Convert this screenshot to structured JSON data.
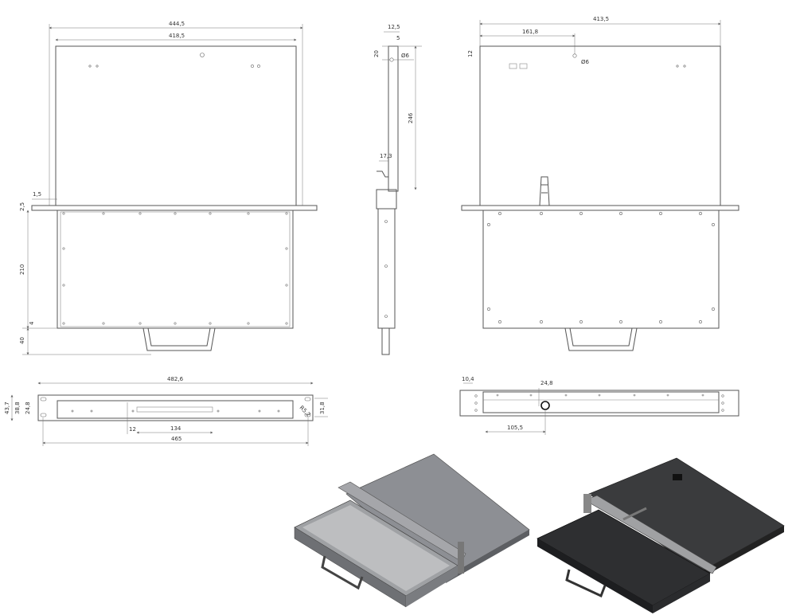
{
  "front_view": {
    "dims": {
      "overall_width": "444,5",
      "panel_width": "418,5",
      "flange": "1,5",
      "strip": "2,5",
      "height": "210",
      "bottom_gap": "4",
      "handle": "40"
    }
  },
  "side_view": {
    "dims": {
      "depth_top": "12,5",
      "offset": "5",
      "hole_y": "20",
      "hole_dia": "Ø6",
      "length": "246",
      "bracket": "17,3"
    }
  },
  "rear_view": {
    "dims": {
      "overall_width": "413,5",
      "hole_x": "161,8",
      "hole_y": "12",
      "hole_dia": "Ø6"
    }
  },
  "rack_front_view": {
    "dims": {
      "rack_width": "482,6",
      "height_total": "43,7",
      "height_inner": "38,8",
      "hole_spacing": "24,8",
      "slot_height": "12",
      "slot_width": "134",
      "mount_spacing": "465",
      "radius": "R5,2",
      "right_height": "31,8"
    }
  },
  "rack_rear_view": {
    "dims": {
      "ear_width": "10,4",
      "connector_y": "24,8",
      "connector_x": "105,5"
    }
  },
  "colors": {
    "light_render": "#8d8f94",
    "dark_render": "#3a3b3d"
  }
}
